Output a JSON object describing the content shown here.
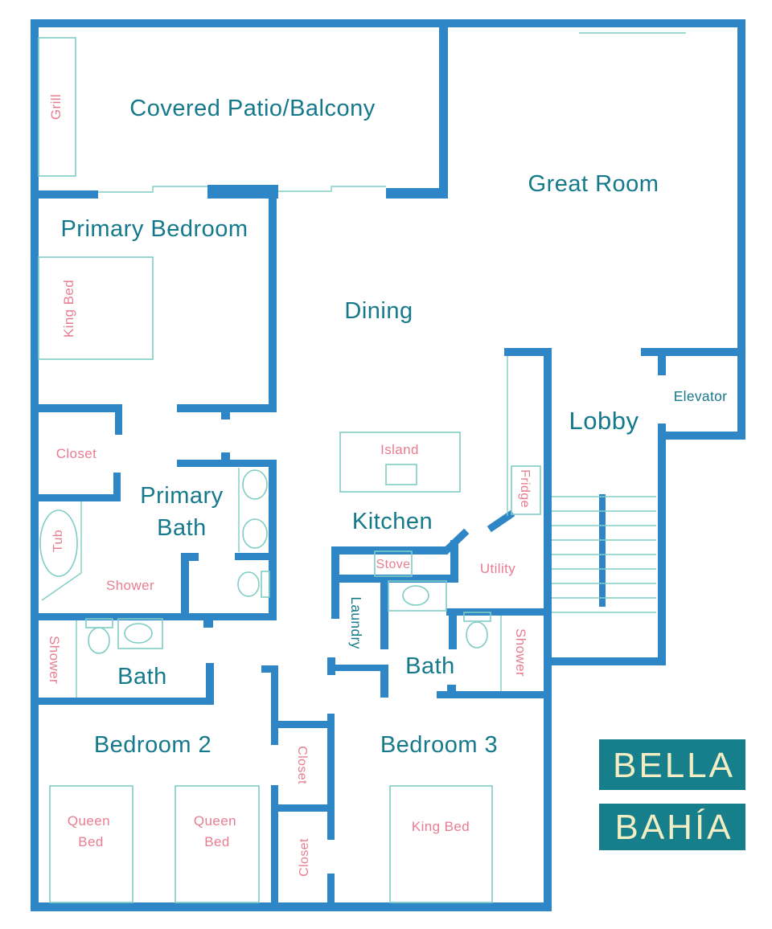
{
  "colors": {
    "bg": "#FFFFFF",
    "wall": "#2E86C6",
    "room_label": "#15798C",
    "fixture_label": "#E87D92",
    "fixture_line": "#7FCDC5",
    "logo_bg": "#177F8C",
    "logo_text": "#F2EDC2"
  },
  "rooms": {
    "patio": "Covered Patio/Balcony",
    "great_room": "Great Room",
    "primary_bedroom": "Primary Bedroom",
    "dining": "Dining",
    "lobby": "Lobby",
    "elevator": "Elevator",
    "primary_bath_line1": "Primary",
    "primary_bath_line2": "Bath",
    "kitchen": "Kitchen",
    "utility": "Utility",
    "laundry": "Laundry",
    "bath_left": "Bath",
    "bath_center": "Bath",
    "bedroom_2": "Bedroom 2",
    "bedroom_3": "Bedroom 3",
    "closet_primary": "Closet",
    "closet_upper": "Closet",
    "closet_lower": "Closet",
    "shower_primary": "Shower",
    "shower_left": "Shower",
    "shower_right": "Shower"
  },
  "fixtures": {
    "grill": "Grill",
    "king_bed": "King Bed",
    "tub": "Tub",
    "island": "Island",
    "stove": "Stove",
    "fridge": "Fridge",
    "queen_line1": "Queen",
    "queen_line2": "Bed",
    "king_bed_3": "King Bed"
  },
  "logo": {
    "line1": "BELLA",
    "line2": "BAHÍA"
  }
}
